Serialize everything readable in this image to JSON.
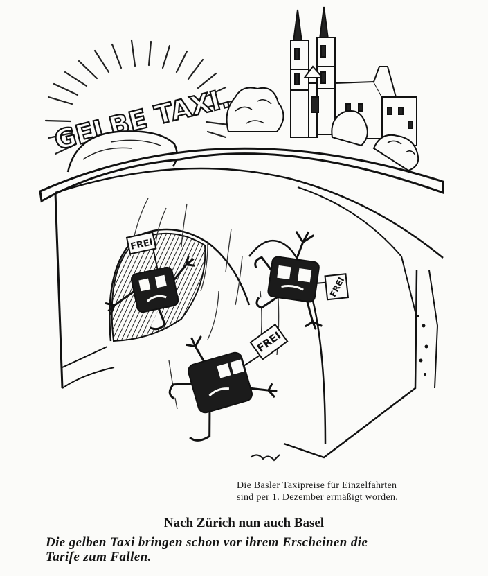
{
  "cartoon": {
    "sun_text": "GELBE TAXI.",
    "flag_text": "FREI",
    "signature": "..."
  },
  "caption": {
    "line1": "Die Basler Taxipreise für Einzelfahrten",
    "line2": "sind per 1. Dezember ermäßigt worden."
  },
  "headline": "Nach Zürich nun auch Basel",
  "subline": {
    "line1": "Die gelben Taxi bringen schon vor ihrem Erscheinen die",
    "line2": "Tarife zum Fallen."
  }
}
